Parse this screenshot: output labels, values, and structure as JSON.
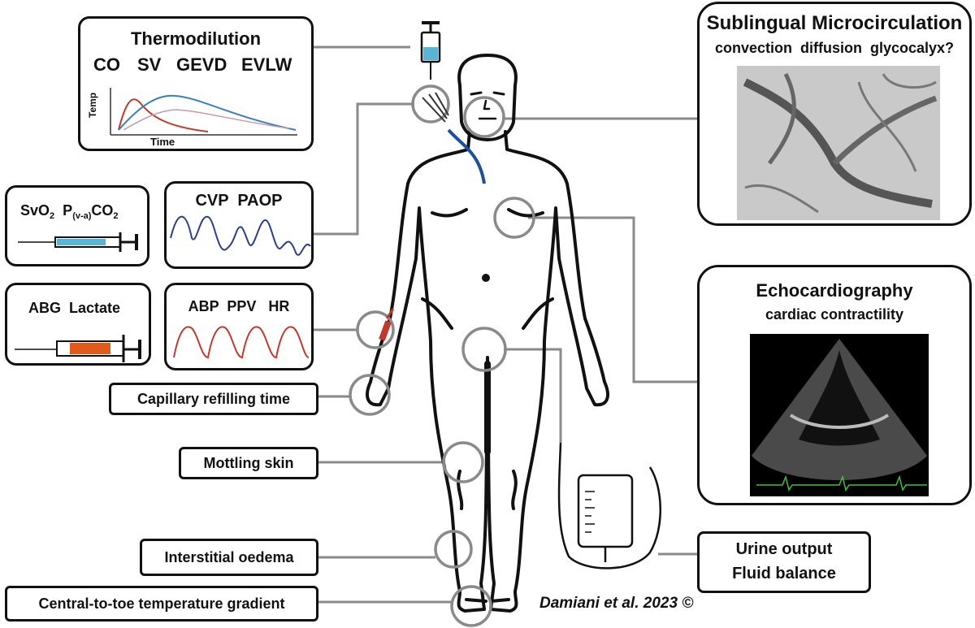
{
  "thermodilution": {
    "title": "Thermodilution",
    "params": [
      "CO",
      "SV",
      "GEVD",
      "EVLW"
    ],
    "y_axis": "Temp",
    "x_axis": "Time"
  },
  "microcirculation": {
    "title": "Sublingual Microcirculation",
    "subtitle": "convection  diffusion  glycocalyx?"
  },
  "venous_gas": {
    "svo2": "SvO",
    "svo2_sub": "2",
    "p_label": "P",
    "p_sub": "(v-a)",
    "co2": "CO",
    "co2_sub": "2"
  },
  "cvp_paop": {
    "label": "CVP  PAOP"
  },
  "arterial_gas": {
    "label": "ABG  Lactate"
  },
  "arterial_pressure": {
    "label": "ABP  PPV   HR"
  },
  "echo": {
    "title": "Echocardiography",
    "subtitle": "cardiac contractility"
  },
  "callouts": {
    "capillary": "Capillary refilling time",
    "mottling": "Mottling skin",
    "oedema": "Interstitial oedema",
    "toe_gradient": "Central-to-toe temperature gradient",
    "urine_line1": "Urine output",
    "urine_line2": "Fluid balance"
  },
  "credit": "Damiani et al. 2023 ©",
  "colors": {
    "outline": "#111111",
    "connector": "#8a8a8a",
    "thermo_red": "#c0392b",
    "thermo_blue": "#3a7fc1",
    "cvp_blue": "#2c3e8f",
    "abp_red": "#c0392b",
    "catheter_blue": "#1f4e9c",
    "syringe_blue": "#5ab4d6",
    "syringe_orange": "#e05a1c"
  }
}
